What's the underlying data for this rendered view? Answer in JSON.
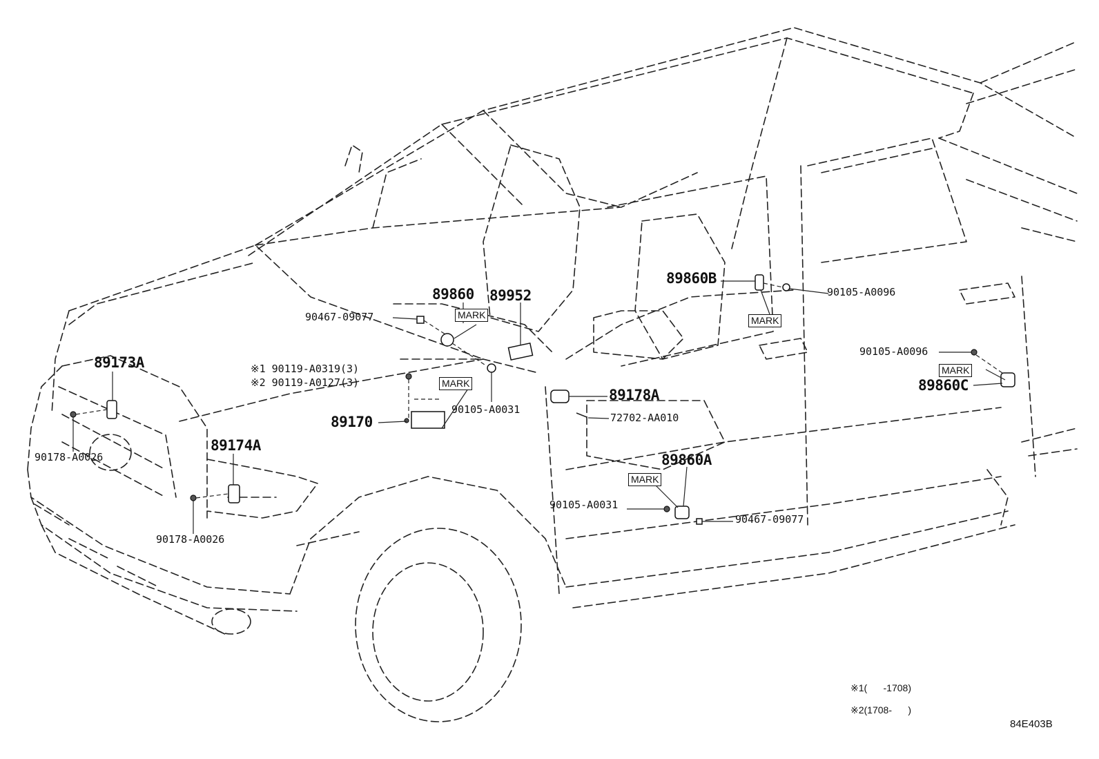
{
  "labels": {
    "p89173A": "89173A",
    "p89174A": "89174A",
    "p89170": "89170",
    "p89860": "89860",
    "p89952": "89952",
    "p89860B": "89860B",
    "p89860C": "89860C",
    "p89860A": "89860A",
    "p89178A": "89178A",
    "n90178_A0026_a": "90178-A0026",
    "n90178_A0026_b": "90178-A0026",
    "n90119_A0319": "※1 90119-A0319(3)",
    "n90119_A0127": "※2 90119-A0127(3)",
    "n90467_09077_a": "90467-09077",
    "n90467_09077_b": "90467-09077",
    "n90105_A0031_a": "90105-A0031",
    "n90105_A0031_b": "90105-A0031",
    "n90105_A0096_a": "90105-A0096",
    "n90105_A0096_b": "90105-A0096",
    "n72702_AA010": "72702-AA010"
  },
  "marks": {
    "mark_89860": "MARK",
    "mark_89170": "MARK",
    "mark_89860B": "MARK",
    "mark_89860C": "MARK",
    "mark_89860A": "MARK"
  },
  "notes": {
    "note1": "※1(      -1708)",
    "note2": "※2(1708-      )",
    "diagram_code": "84E403B"
  }
}
